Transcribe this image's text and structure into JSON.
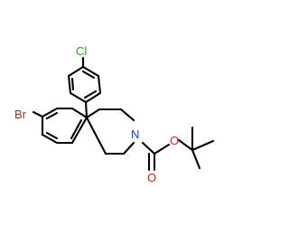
{
  "molecule": {
    "atoms": {
      "chlorine": {
        "symbol": "Cl",
        "color": "#2E9E2E"
      },
      "bromine": {
        "symbol": "Br",
        "color": "#8B3A1E"
      },
      "nitrogen": {
        "symbol": "N",
        "color": "#1F3FD8"
      },
      "carbonyl_oxygen": {
        "symbol": "O",
        "color": "#E01B1B"
      },
      "ester_oxygen": {
        "symbol": "O",
        "color": "#E01B1B"
      }
    },
    "bond_color": "#000000"
  }
}
